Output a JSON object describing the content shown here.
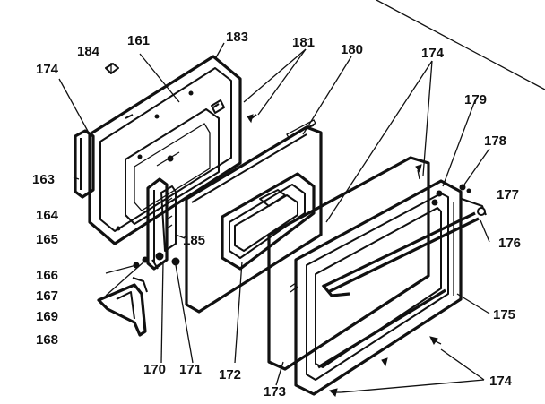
{
  "labels": {
    "l161": "161",
    "l163": "163",
    "l164": "164",
    "l165": "165",
    "l166": "166",
    "l167": "167",
    "l168": "168",
    "l169": "169",
    "l170": "170",
    "l171": "171",
    "l172": "172",
    "l173": "173",
    "l174a": "174",
    "l174b": "174",
    "l174c": "174",
    "l175": "175",
    "l176": "176",
    "l177": "177",
    "l178": "178",
    "l179": "179",
    "l180": "180",
    "l181": "181",
    "l183": "183",
    "l184": "184",
    "l185": "185"
  }
}
